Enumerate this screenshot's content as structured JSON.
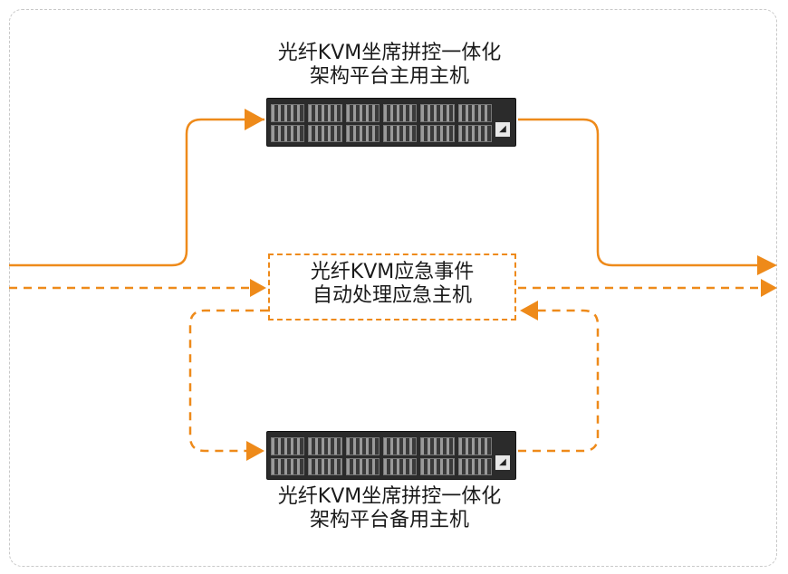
{
  "diagram": {
    "main_host_label": [
      "光纤KVM坐席拼控一体化",
      "架构平台主用主机"
    ],
    "backup_host_label": [
      "光纤KVM坐席拼控一体化",
      "架构平台备用主机"
    ],
    "emergency_label": [
      "光纤KVM应急事件",
      "自动处理应急主机"
    ],
    "colors": {
      "flow": "#ee8a1a",
      "frame": "#c8c8c8",
      "device": "#2b2b2b"
    },
    "icons": [
      "arrow-right-icon",
      "arrow-left-icon",
      "device-logo-icon"
    ]
  }
}
